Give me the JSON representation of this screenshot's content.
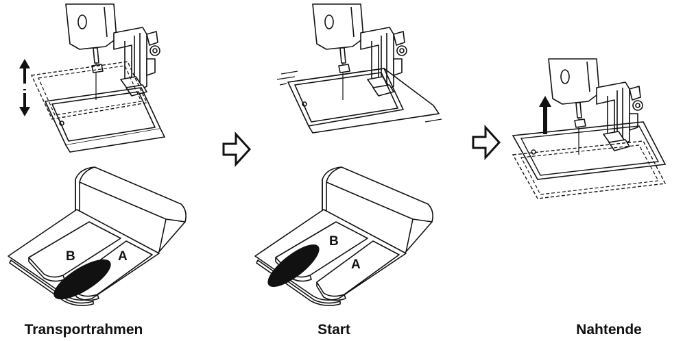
{
  "steps": [
    {
      "caption": "Transportrahmen",
      "pedal_left": "B",
      "pedal_right": "A",
      "pressed_pedal": "A"
    },
    {
      "caption": "Start",
      "pedal_left": "B",
      "pedal_right": "A",
      "pressed_pedal": "B"
    },
    {
      "caption": "Nahtende"
    }
  ],
  "icons": {
    "flow_arrow": "hollow-right-arrow",
    "motion_arrow_updown": "up-down-arrow",
    "motion_arrow_up": "up-arrow",
    "foot": "foot-sole"
  },
  "colors": {
    "line": "#111111",
    "fill": "#ffffff",
    "foot": "#111111"
  }
}
